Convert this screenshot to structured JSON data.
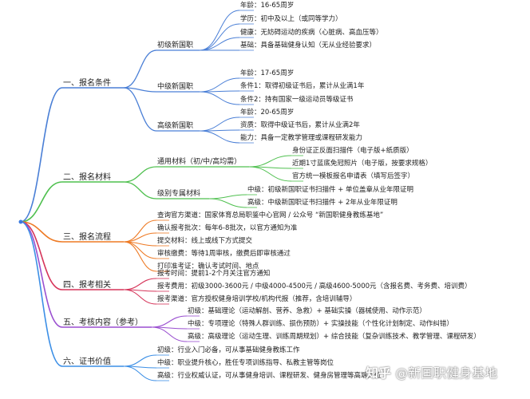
{
  "colors": {
    "s1": "#4a7fd6",
    "s2": "#4fc04f",
    "s3": "#ee7a24",
    "s4": "#d6355a",
    "s5": "#9a4fd0",
    "s6": "#3c8fe6",
    "root": "#3b7be0"
  },
  "sections": [
    {
      "label": "一、报名条件",
      "subs": [
        {
          "label": "初级新国职",
          "leaves": [
            "年龄：16-65周岁",
            "学历：初中及以上（或同等学力）",
            "健康：无妨碍运动的疾病（心脏病、高血压等）",
            "基础：具备基础健身认知（无从业经验要求）"
          ]
        },
        {
          "label": "中级新国职",
          "leaves": [
            "年龄：17-65周岁",
            "条件1：取得初级证书后，累计从业满1年",
            "条件2：持有国家一级运动员等级证书"
          ]
        },
        {
          "label": "高级新国职",
          "leaves": [
            "年龄：20-65周岁",
            "资质：取得中级证书后，累计从业满2年",
            "能力：具备一定教学管理或课程研发能力"
          ]
        }
      ]
    },
    {
      "label": "二、报名材料",
      "subs": [
        {
          "label": "通用材料（初/中/高均需）",
          "leaves": [
            "身份证正反面扫描件（电子版+纸质版）",
            "近期1寸蓝底免冠照片（电子版，按要求规格）",
            "官方统一模板报名申请表（填写后签字）"
          ]
        },
        {
          "label": "级别专属材料",
          "leaves": [
            "中级：初级新国职证书扫描件 + 单位盖章从业年限证明",
            "高级：中级新国职证书扫描件 + 2年从业年限证明"
          ]
        }
      ]
    },
    {
      "label": "三、报名流程",
      "leaves": [
        "查询官方渠道：国家体育总局职鉴中心官网 / 公众号 “新国职健身教练基地”",
        "确认报考批次：每年6-8批次，以官方通知为准",
        "提交材料：线上或线下方式提交",
        "审核缴费：等待1周审核，缴费后即审核通过",
        "打印准考证：确认考试时间、地点"
      ]
    },
    {
      "label": "四、报考相关",
      "leaves": [
        "报考时间：提前1-2个月关注官方通知",
        "报考费用：初级3000-3600元 / 中级4000-4500元 / 高级4600-5000元（含报名费、考务费、培训费）",
        "报考渠道：官方授权健身培训学校/机构代报（推荐，含培训辅导）"
      ]
    },
    {
      "label": "五、考核内容（参考）",
      "leaves": [
        "初级：基础理论（运动解剖、营养、急救）+ 基础实操（器械使用、动作示范）",
        "中级：专项理论（特殊人群训练、损伤预防）+ 实操技能（个性化计划制定、动作纠错）",
        "高级：高级理论（运动生理、训练周期规划）+ 综合技能（复杂训练技术、教学管理、课程研发）"
      ]
    },
    {
      "label": "六、证书价值",
      "leaves": [
        "初级：行业入门必备，可从事基础健身教练工作",
        "中级：职业提升核心，胜任专项训练指导、私教主管等岗位",
        "高级：行业权威认证，可从事健身培训、课程研发、健身房管理等高端岗位"
      ]
    }
  ],
  "watermark": {
    "icon": "知乎",
    "text": "@新国职健身基地"
  }
}
